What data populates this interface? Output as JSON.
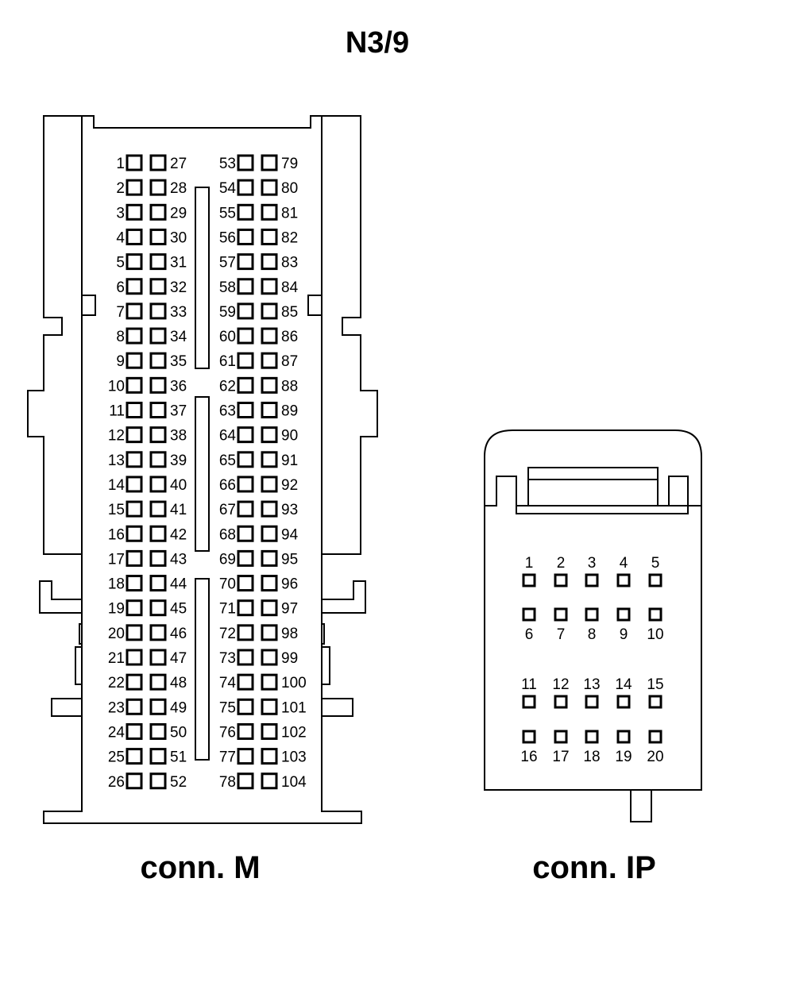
{
  "title": "N3/9",
  "connectors": [
    {
      "id": "M",
      "label": "conn. M",
      "pin_count": 104
    },
    {
      "id": "IP",
      "label": "conn. IP",
      "pin_count": 20
    }
  ],
  "colors": {
    "line": "#000000",
    "background": "#ffffff"
  }
}
